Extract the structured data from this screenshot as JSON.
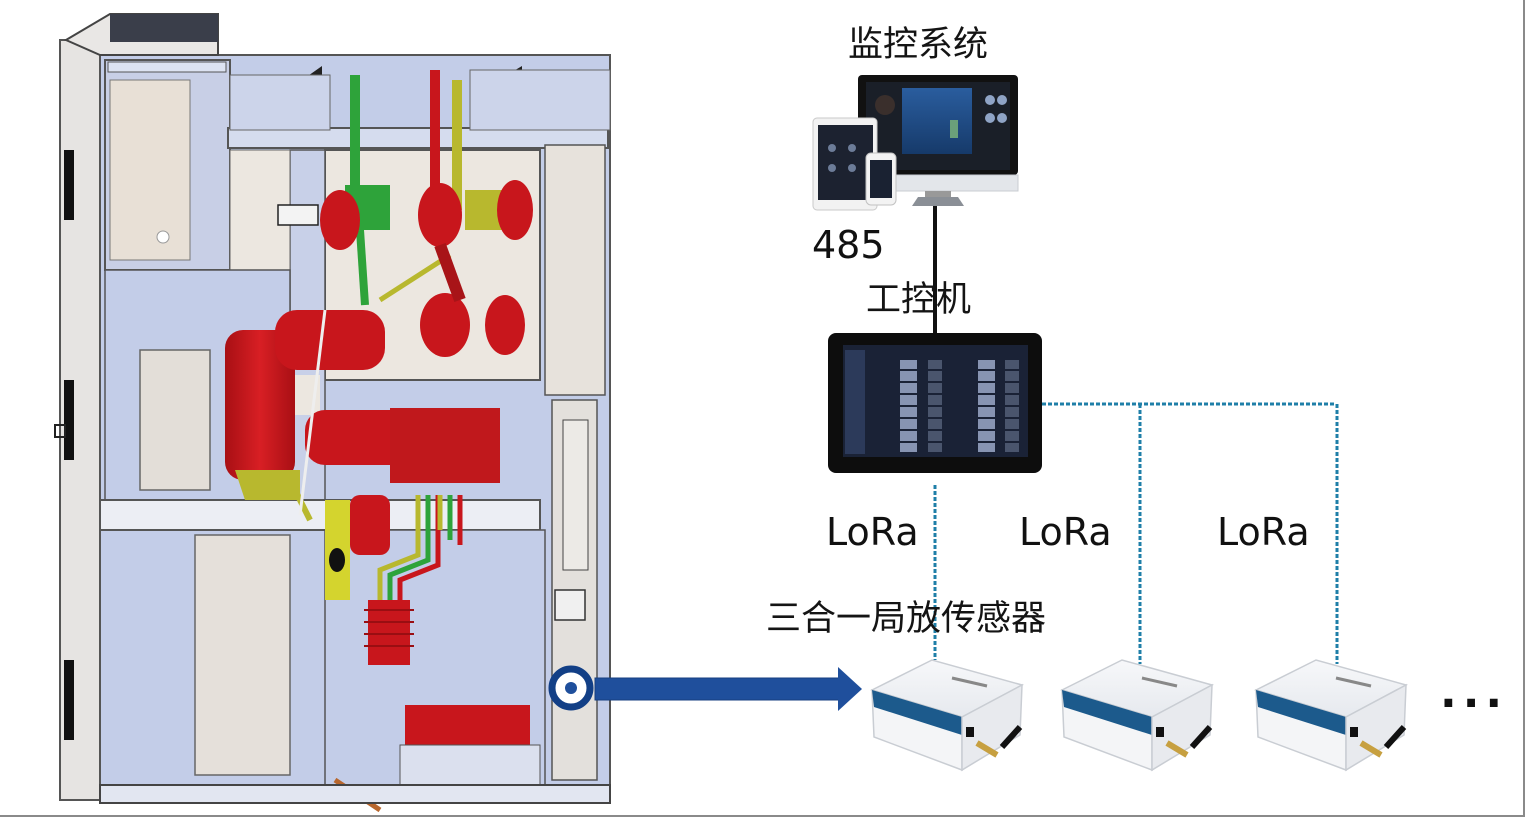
{
  "diagram": {
    "title": "Switchgear partial discharge monitoring topology",
    "labels": {
      "monitoring_system": "监控系统",
      "bus_protocol": "485",
      "industrial_pc": "工控机",
      "sensor_name": "三合一局放传感器",
      "more": "···"
    },
    "links": [
      {
        "name": "lora-link-1",
        "label": "LoRa"
      },
      {
        "name": "lora-link-2",
        "label": "LoRa"
      },
      {
        "name": "lora-link-3",
        "label": "LoRa"
      }
    ],
    "sensors": [
      {
        "name": "sensor-1"
      },
      {
        "name": "sensor-2"
      },
      {
        "name": "sensor-3"
      }
    ],
    "colors": {
      "arrow": "#1f4f9c",
      "target_ring": "#123f86",
      "lora_line": "#1f7fa8",
      "sensor_stripe": "#1c5a8c",
      "cabinet_blue": "#c3cde8",
      "insulator_red": "#c8161c",
      "bus_green": "#2ea33a",
      "bus_yellow": "#b8b82e",
      "wire_black": "#111111"
    }
  }
}
